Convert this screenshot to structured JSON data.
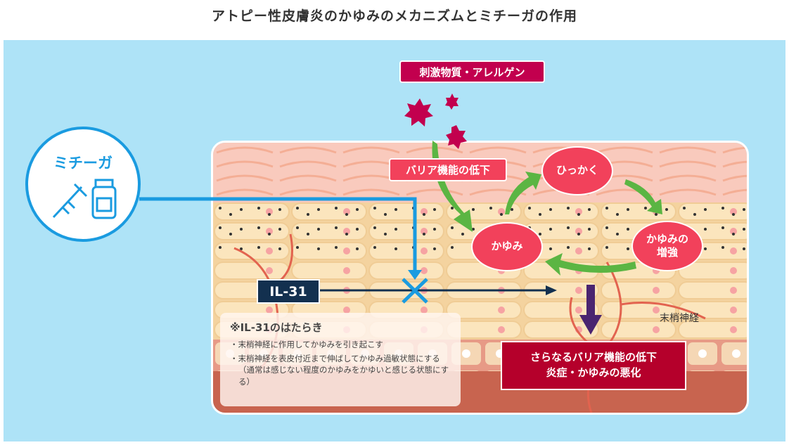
{
  "title": "アトピー性皮膚炎のかゆみのメカニズムとミチーガの作用",
  "drug": {
    "name": "ミチーガ"
  },
  "stimulus_label": "刺激物質・アレルゲン",
  "barrier_label": "バリア機能の低下",
  "cycle": {
    "scratch": "ひっかく",
    "itch": "かゆみ",
    "itch_increase_1": "かゆみの",
    "itch_increase_2": "増強"
  },
  "il31_label": "IL-31",
  "nerve_label": "末梢神経",
  "result": {
    "line1": "さらなるバリア機能の低下",
    "line2": "炎症・かゆみの悪化"
  },
  "callout": {
    "title": "※IL-31のはたらき",
    "items": [
      "・末梢神経に作用してかゆみを引き起こす",
      "・末梢神経を表皮付近まで伸ばしてかゆみ過敏状態にする（通常は感じない程度のかゆみをかゆいと感じる状態にする）"
    ]
  },
  "colors": {
    "sky": "#aee3f7",
    "blue": "#1a9be0",
    "crimson": "#c2004e",
    "red": "#f2415b",
    "navy": "#13304f",
    "green": "#5bb543",
    "purple": "#4a2470",
    "dark_red": "#b5002b"
  }
}
